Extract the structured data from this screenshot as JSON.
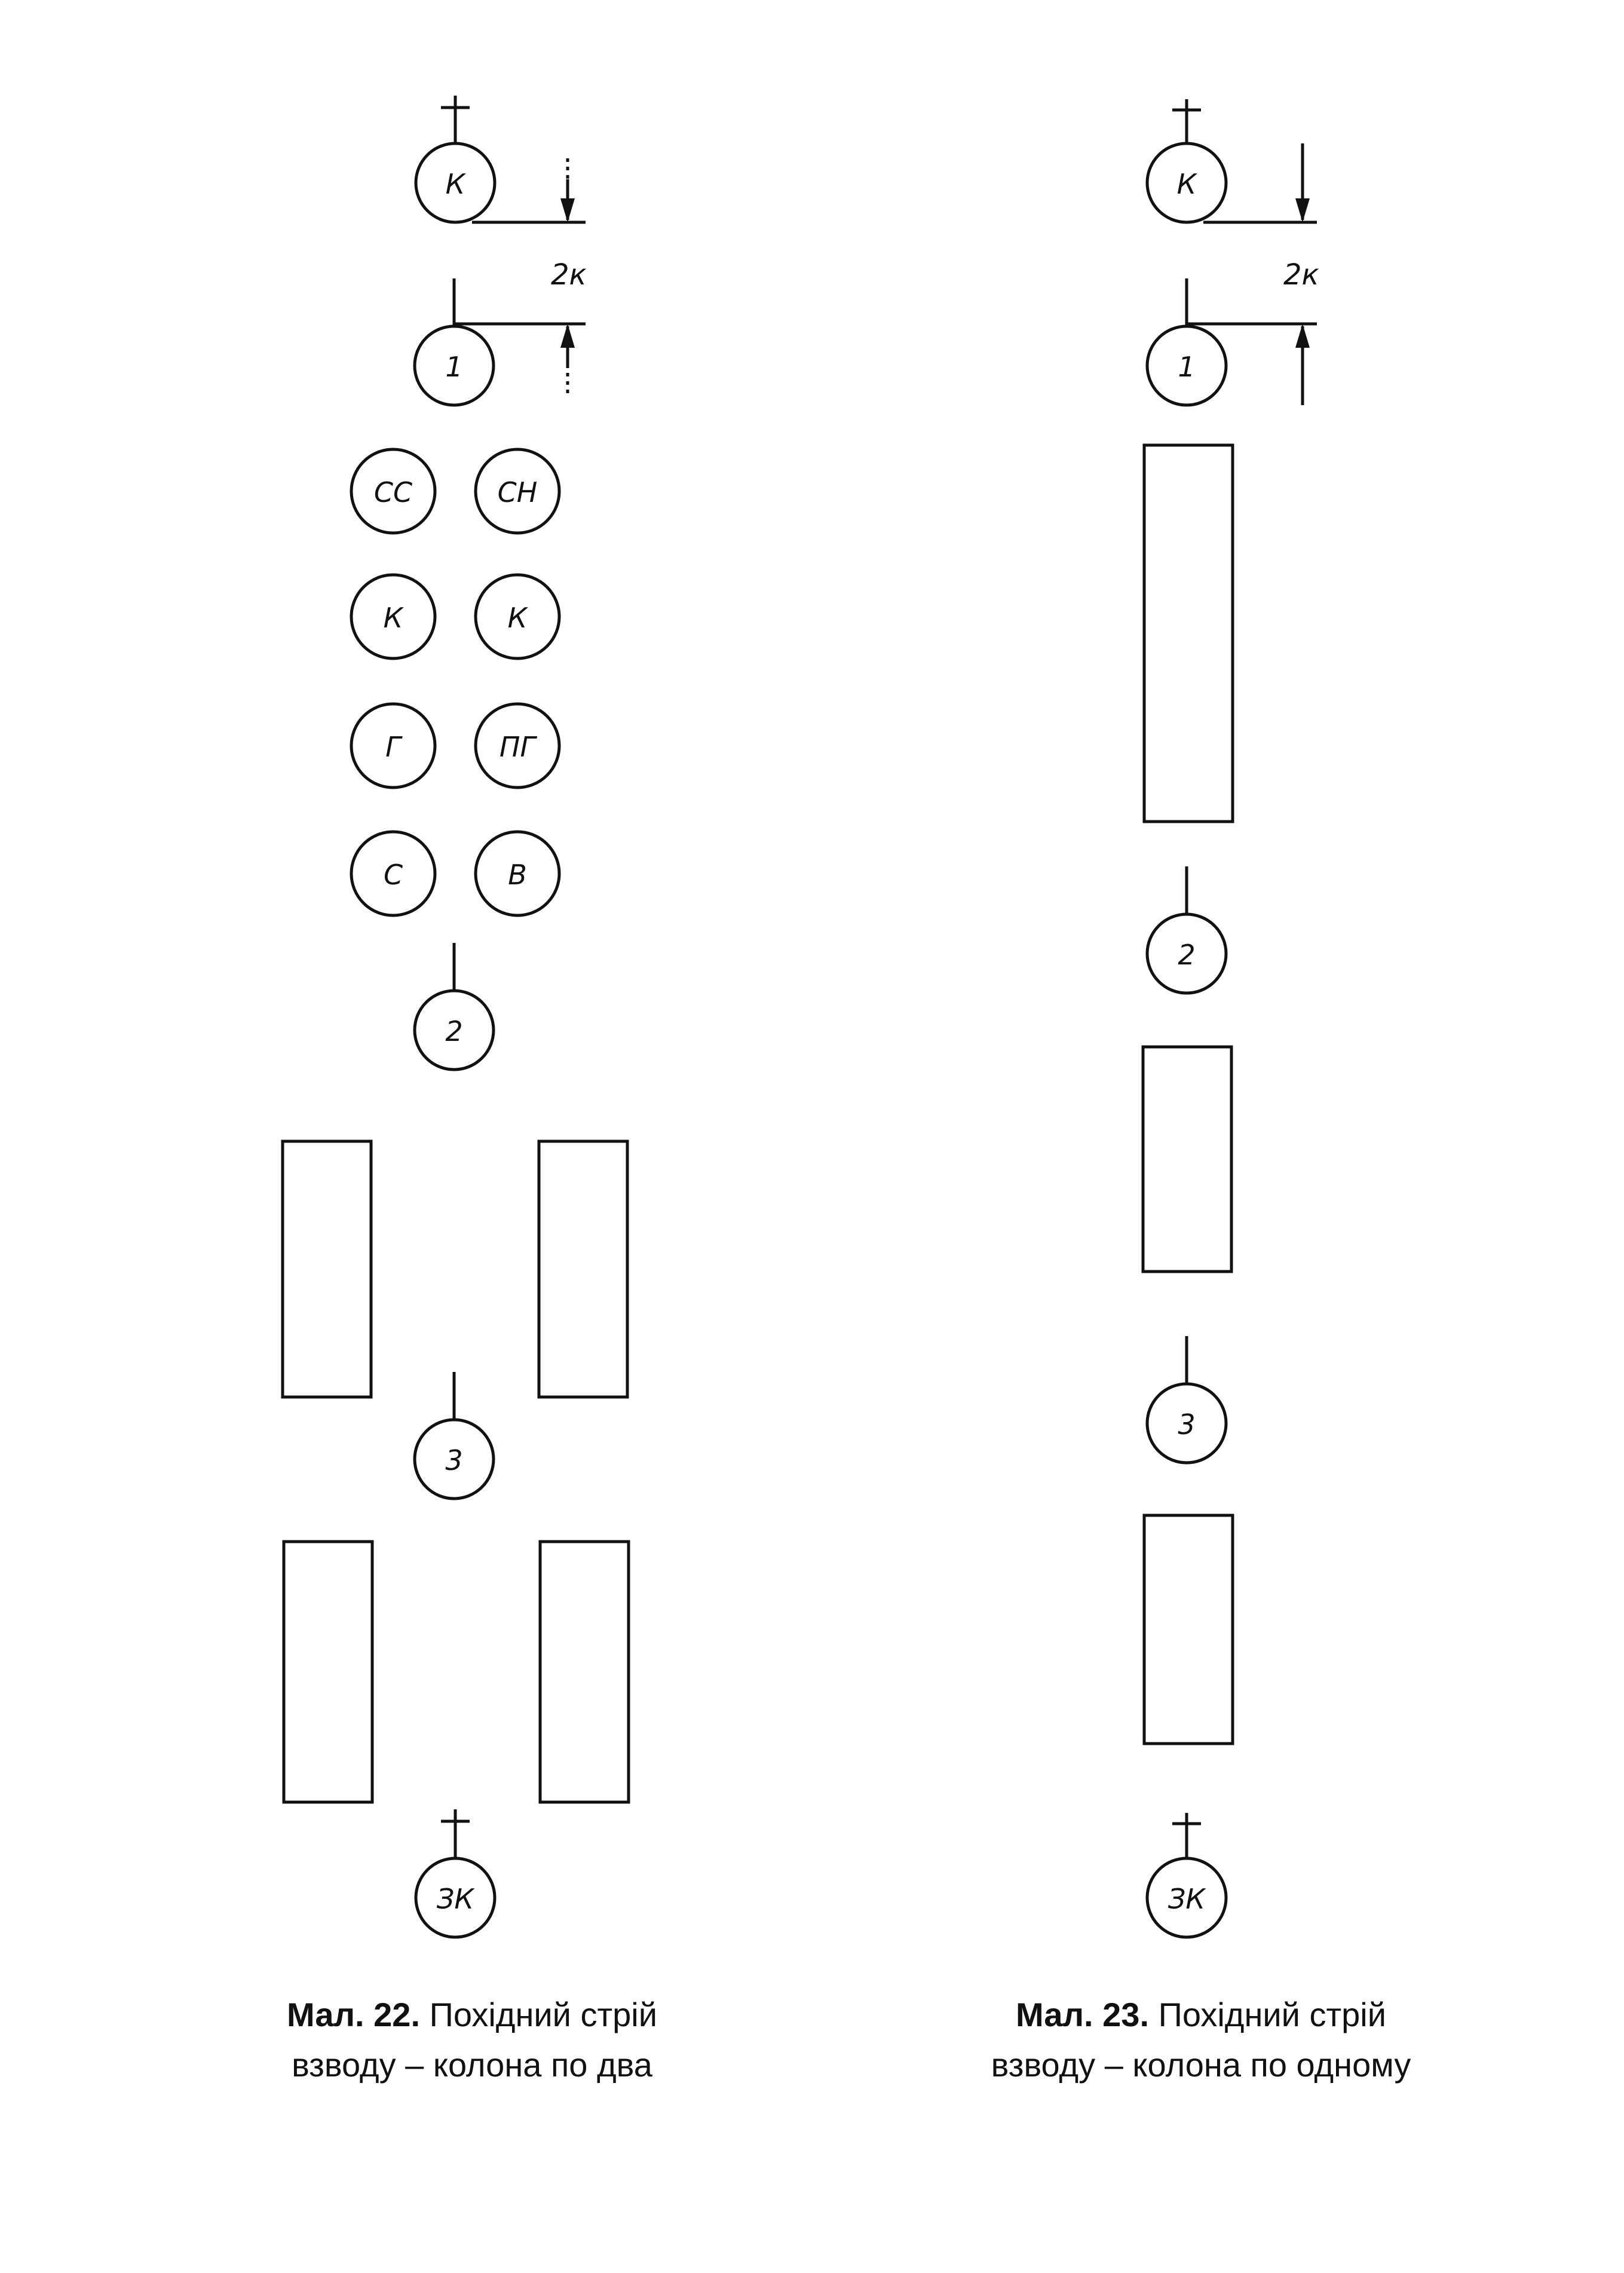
{
  "left_figure": {
    "commander": "К",
    "distance_label": "2к",
    "first_squad": "1",
    "pairs": [
      [
        "СС",
        "СН"
      ],
      [
        "К",
        "К"
      ],
      [
        "Г",
        "ПГ"
      ],
      [
        "С",
        "В"
      ]
    ],
    "second_squad": "2",
    "third_squad": "3",
    "deputy": "ЗК",
    "caption": {
      "number": "Мал. 22.",
      "title": "Похідний стрій",
      "line2": "взводу  – колона по два"
    }
  },
  "right_figure": {
    "commander": "К",
    "distance_label": "2к",
    "first_squad": "1",
    "second_squad": "2",
    "third_squad": "3",
    "deputy": "ЗК",
    "caption": {
      "number": "Мал. 23.",
      "title": "Похідний стрій",
      "line2": "взводу  – колона по одному"
    }
  }
}
